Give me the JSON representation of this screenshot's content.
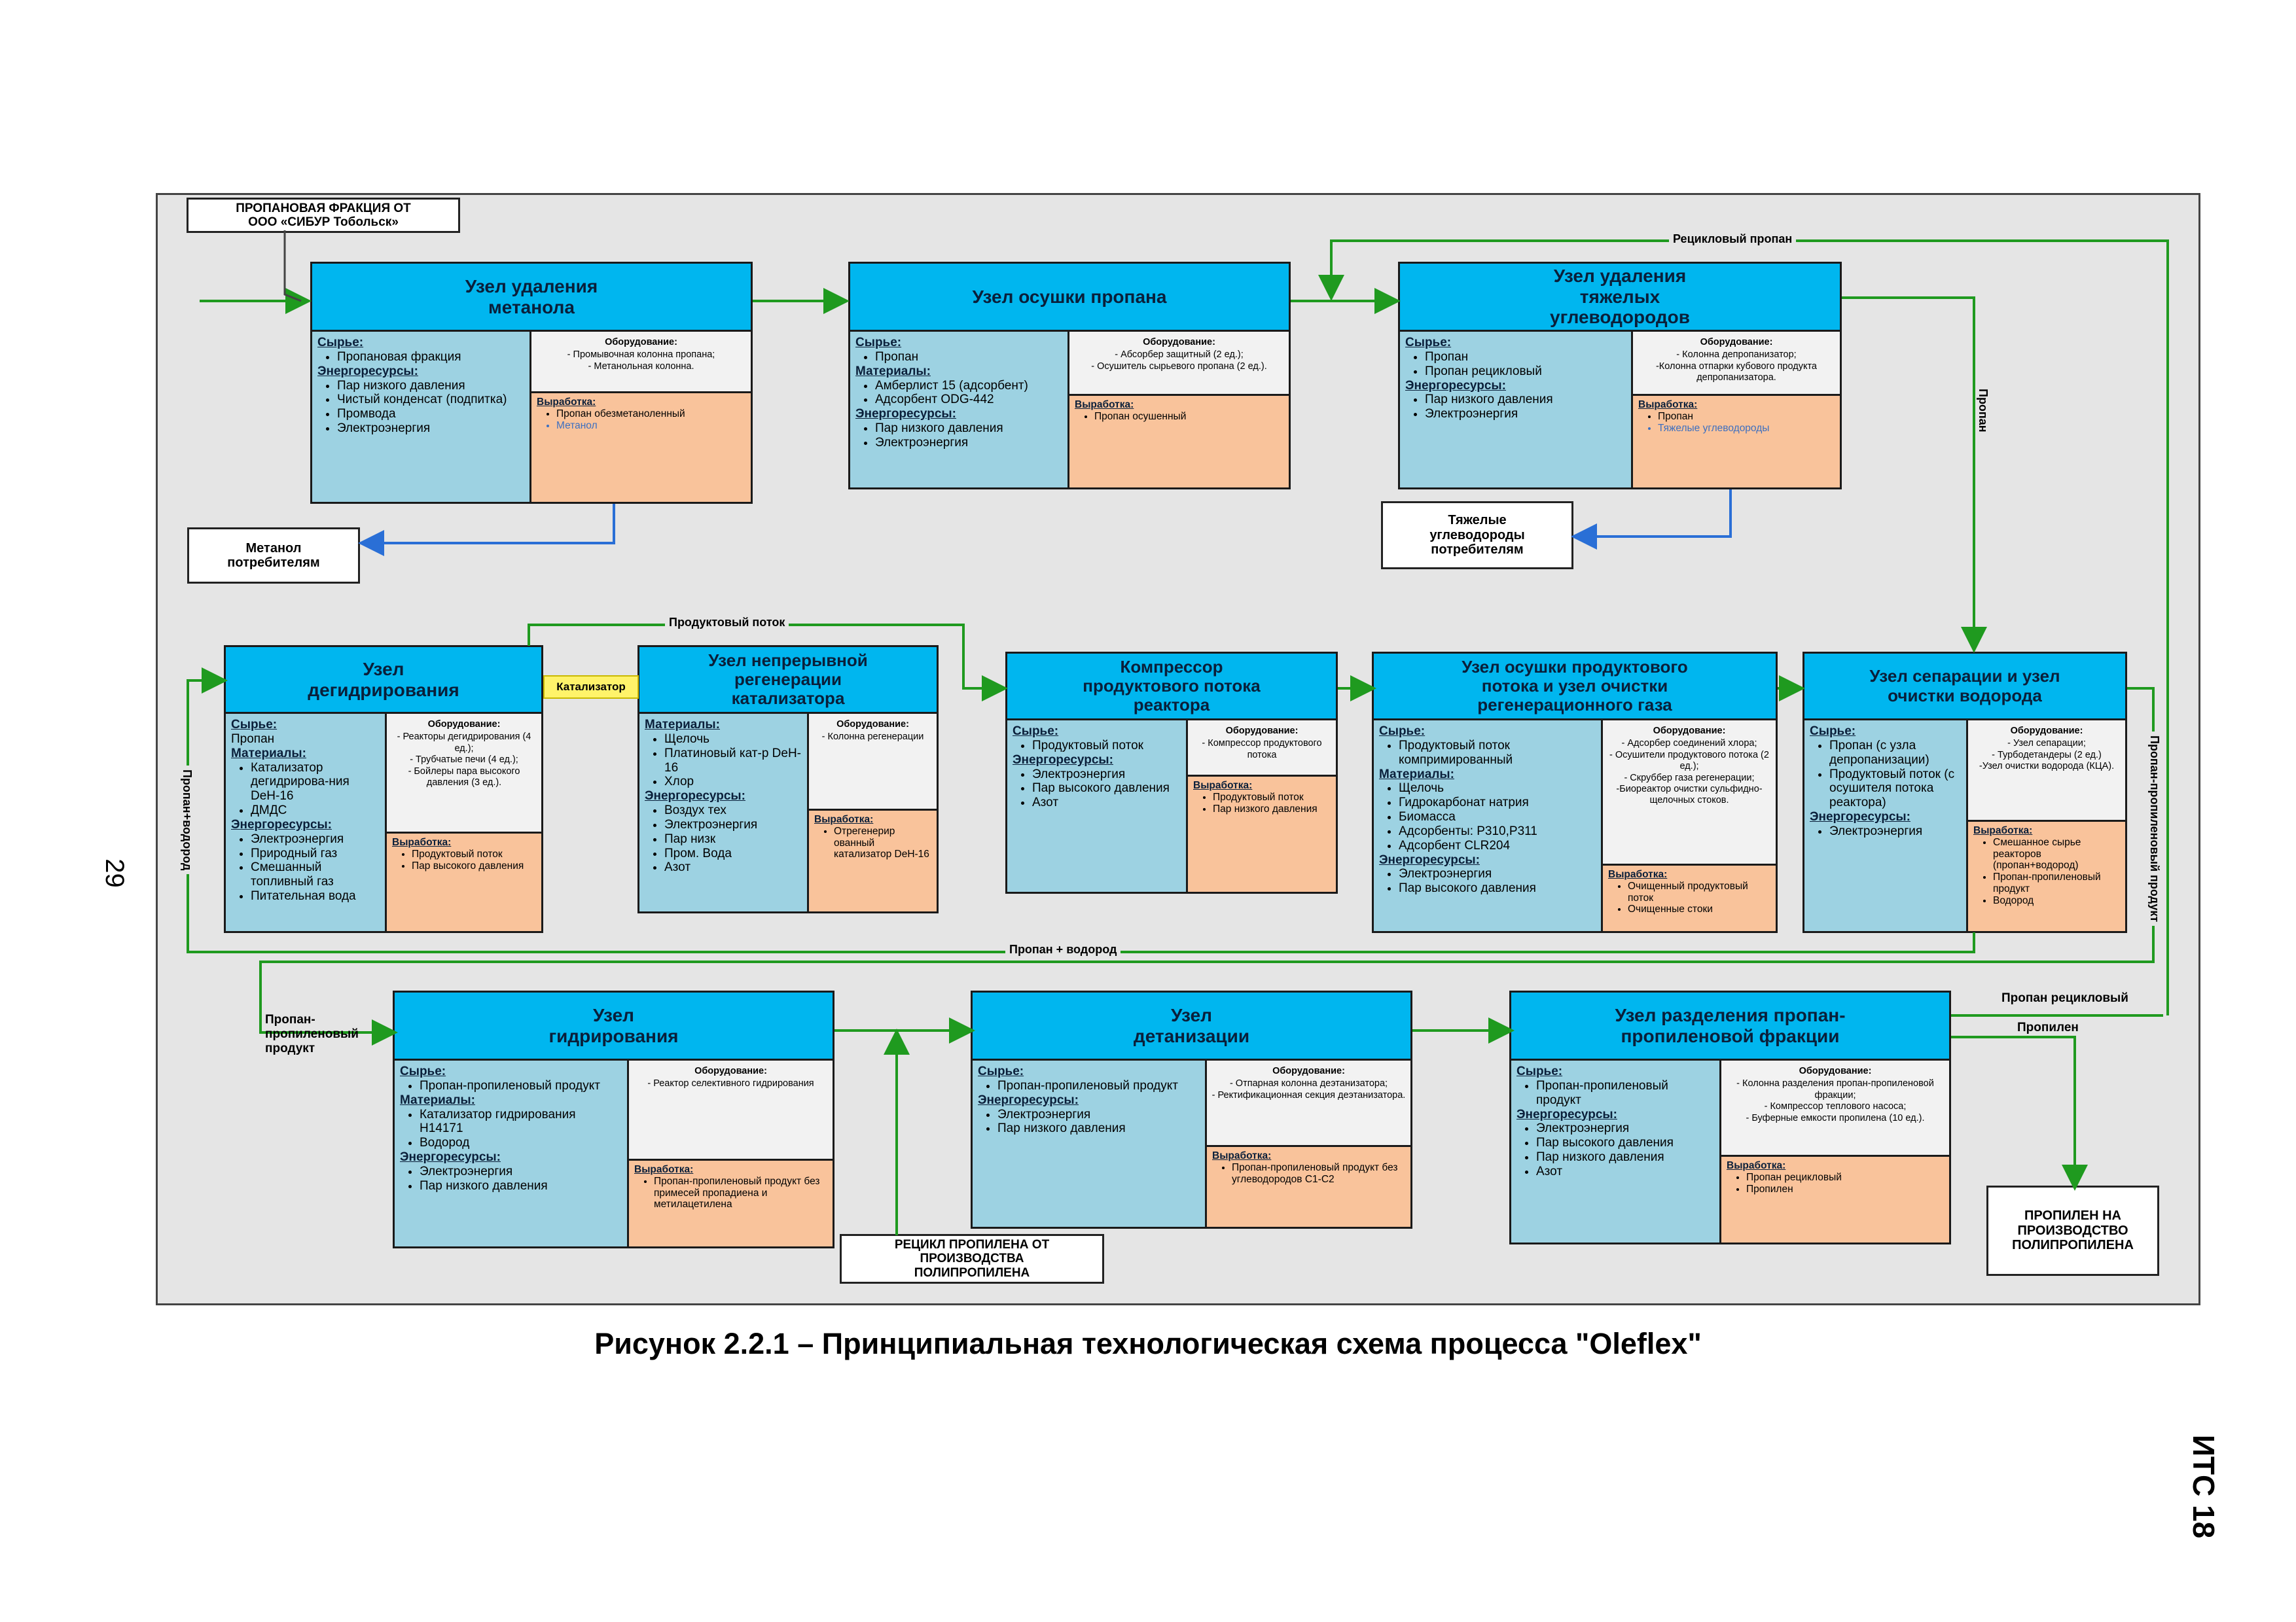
{
  "page_number": "29",
  "doc_code": "ИТС 18",
  "caption": "Рисунок 2.2.1 – Принципиальная технологическая схема процесса \"Oleflex\"",
  "colors": {
    "header": "#00b6ef",
    "inputs": "#9dd2e2",
    "equipment": "#f2f2f2",
    "outputs": "#f9c39b",
    "flow": "#1f9a1f",
    "product_out": "#2a6fd6"
  },
  "labels": {
    "raw": "Сырье:",
    "materials": "Материалы:",
    "energy": "Энергоресурсы:",
    "equipment": "Оборудование:",
    "output": "Выработка:"
  },
  "external": {
    "propane_source": "ПРОПАНОВАЯ ФРАКЦИЯ ОТ\nООО «СИБУР Тобольск»",
    "methanol_out": "Метанол\nпотребителям",
    "heavy_out": "Тяжелые\nуглеводороды\nпотребителям",
    "recycle_source": "РЕЦИКЛ ПРОПИЛЕНА ОТ\nПРОИЗВОДСТВА\nПОЛИПРОПИЛЕНА",
    "propylene_out": "ПРОПИЛЕН НА\nПРОИЗВОДСТВО\nПОЛИПРОПИЛЕНА"
  },
  "flow_labels": {
    "recycle_propane": "Рецикловый пропан",
    "propane": "Пропан",
    "product_stream": "Продуктовый поток",
    "catalyst": "Катализатор",
    "propane_hydrogen": "Пропан+водород",
    "propane_plus_hydrogen": "Пропан + водород",
    "pp_product_vertical": "Пропан-пропиленовый продукт",
    "pp_product": "Пропан-\nпропиленовый\nпродукт",
    "propane_recycle": "Пропан рецикловый",
    "propylene": "Пропилен"
  },
  "nodes": [
    {
      "id": "methanol",
      "title": "Узел удаления\nметанола",
      "raw": [
        "Пропановая фракция"
      ],
      "energy": [
        "Пар низкого давления",
        "Чистый конденсат (подпитка)",
        "Промвода",
        "Электроэнергия"
      ],
      "equipment": [
        "- Промывочная колонна пропана;",
        "- Метанольная колонна."
      ],
      "output": [
        "Пропан обезметаноленный",
        "Метанол"
      ]
    },
    {
      "id": "drying",
      "title": "Узел осушки пропана",
      "raw": [
        "Пропан"
      ],
      "materials": [
        "Амберлист 15 (адсорбент)",
        "Адсорбент ODG-442"
      ],
      "energy": [
        "Пар низкого давления",
        "Электроэнергия"
      ],
      "equipment": [
        "- Абсорбер защитный (2 ед.);",
        "- Осушитель сырьевого пропана (2 ед.)."
      ],
      "output": [
        "Пропан осушенный"
      ]
    },
    {
      "id": "heavy",
      "title": "Узел удаления\nтяжелых\nуглеводородов",
      "raw": [
        "Пропан",
        "Пропан рецикловый"
      ],
      "energy": [
        "Пар низкого давления",
        "Электроэнергия"
      ],
      "equipment": [
        "- Колонна депропанизатор;",
        "-Колонна отпарки кубового продукта депропанизатора."
      ],
      "output": [
        "Пропан",
        "Тяжелые углеводороды"
      ]
    },
    {
      "id": "dehydro",
      "title": "Узел\nдегидрирования",
      "raw_plain": "Пропан",
      "materials": [
        "Катализатор дегидрирова-ния DeH-16",
        "ДМДС"
      ],
      "energy": [
        "Электроэнергия",
        "Природный газ",
        "Смешанный топливный газ",
        "Питательная вода"
      ],
      "equipment": [
        "- Реакторы дегидрирования (4 ед.);",
        "- Трубчатые печи (4 ед.);",
        "- Бойлеры пара высокого давления (3 ед.)."
      ],
      "output": [
        "Продуктовый поток",
        "Пар высокого давления"
      ]
    },
    {
      "id": "regen",
      "title": "Узел непрерывной\nрегенерации\nкатализатора",
      "materials": [
        "Щелочь",
        "Платиновый кат-р DeH-16",
        "Хлор"
      ],
      "energy": [
        "Воздух тех",
        "Электроэнергия",
        "Пар низк",
        "Пром. Вода",
        "Азот"
      ],
      "equipment": [
        "- Колонна регенерации"
      ],
      "output": [
        "Отрегенерир ованный катализатор DeH-16"
      ]
    },
    {
      "id": "compressor",
      "title": "Компрессор\nпродуктового потока\nреактора",
      "raw": [
        "Продуктовый поток"
      ],
      "energy": [
        "Электроэнергия",
        "Пар высокого давления",
        "Азот"
      ],
      "equipment": [
        "- Компрессор продуктового потока"
      ],
      "output": [
        "Продуктовый поток",
        "Пар низкого давления"
      ]
    },
    {
      "id": "gas_clean",
      "title": "Узел осушки продуктового\nпотока и узел очистки\nрегенерационного газа",
      "raw": [
        "Продуктовый поток компримированный"
      ],
      "materials": [
        "Щелочь",
        "Гидрокарбонат натрия",
        "Биомасса",
        "Адсорбенты: P310,P311",
        "Адсорбент CLR204"
      ],
      "energy": [
        "Электроэнергия",
        "Пар высокого давления"
      ],
      "equipment": [
        "- Адсорбер соединений хлора;",
        "- Осушители продуктового потока (2 ед.);",
        "- Скруббер газа регенерации;",
        "-Биореактор очистки сульфидно-щелочных стоков."
      ],
      "output": [
        "Очищенный продуктовый поток",
        "Очищенные стоки"
      ]
    },
    {
      "id": "separation",
      "title": "Узел сепарации и узел\nочистки водорода",
      "raw": [
        "Пропан (с узла депропанизации)",
        "Продуктовый поток (с осушителя потока реактора)"
      ],
      "energy": [
        "Электроэнергия"
      ],
      "equipment": [
        "- Узел сепарации;",
        "- Турбодетандеры (2 ед.)",
        "-Узел очистки водорода (КЦА)."
      ],
      "output": [
        "Смешанное сырье реакторов (пропан+водород)",
        "Пропан-пропиленовый продукт",
        "Водород"
      ]
    },
    {
      "id": "hydro",
      "title": "Узел\nгидрирования",
      "raw": [
        "Пропан-пропиленовый продукт"
      ],
      "materials": [
        "Катализатор гидрирования H14171",
        "Водород"
      ],
      "energy": [
        "Электроэнергия",
        "Пар низкого давления"
      ],
      "equipment": [
        "- Реактор селективного гидрирования"
      ],
      "output": [
        "Пропан-пропиленовый продукт без примесей пропадиена и метилацетилена"
      ]
    },
    {
      "id": "deethan",
      "title": "Узел\nдетанизации",
      "raw": [
        "Пропан-пропиленовый продукт"
      ],
      "energy": [
        "Электроэнергия",
        "Пар низкого давления"
      ],
      "equipment": [
        "- Отпарная колонна деэтанизатора;",
        "- Ректификационная секция деэтанизатора."
      ],
      "output": [
        "Пропан-пропиленовый продукт без углеводородов C1-C2"
      ]
    },
    {
      "id": "splitter",
      "title": "Узел разделения пропан-\nпропиленовой фракции",
      "raw": [
        "Пропан-пропиленовый продукт"
      ],
      "energy": [
        "Электроэнергия",
        "Пар высокого давления",
        "Пар низкого давления",
        "Азот"
      ],
      "equipment": [
        "- Колонна разделения пропан-пропиленовой фракции;",
        "- Компрессор теплового насоса;",
        "- Буферные емкости пропилена (10 ед.)."
      ],
      "output": [
        "Пропан рецикловый",
        "Пропилен"
      ]
    }
  ]
}
